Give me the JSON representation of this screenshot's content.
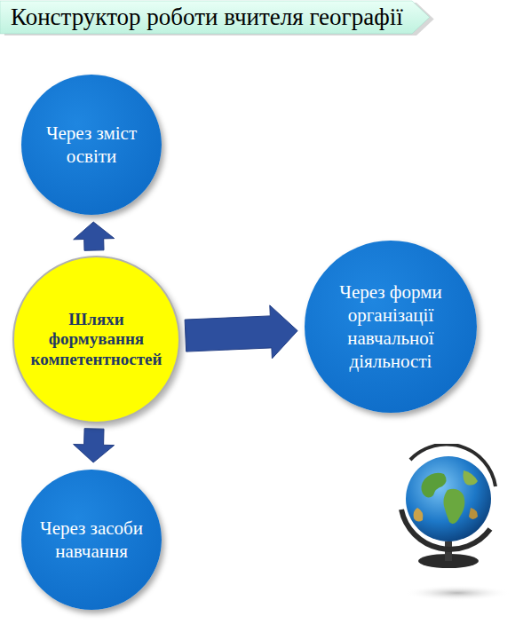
{
  "diagram": {
    "title": "Конструктор роботи вчителя географії",
    "nodes": [
      {
        "text": [
          "Через зміст освіти"
        ]
      },
      {
        "text": [
          "Шляхи формування компетентностей"
        ]
      },
      {
        "text": [
          "Через форми організації навчальної діяльності"
        ]
      },
      {
        "text": [
          "Через засоби навчання"
        ]
      }
    ],
    "edges": [
      {
        "from": 1,
        "to": 0,
        "arrow": "to"
      },
      {
        "from": 1,
        "to": 2,
        "arrow": "to"
      },
      {
        "from": 1,
        "to": 3,
        "arrow": "to"
      }
    ]
  }
}
